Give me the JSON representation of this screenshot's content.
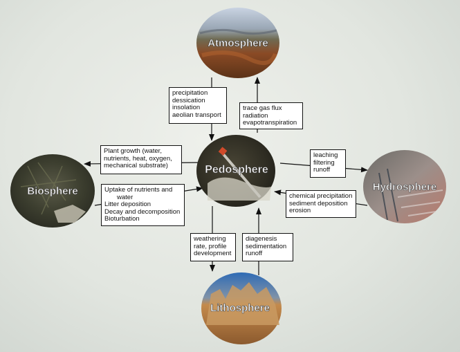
{
  "spheres": {
    "atmosphere": "Atmosphere",
    "biosphere": "Biosphere",
    "pedosphere": "Pedosphere",
    "hydrosphere": "Hydrosphere",
    "lithosphere": "Lithosphere"
  },
  "fluxes": {
    "atmosphere_to_pedosphere": [
      "precipitation",
      "dessication",
      "insolation",
      "aeolian transport"
    ],
    "pedosphere_to_atmosphere": [
      "trace gas flux",
      "radiation",
      "evapotranspiration"
    ],
    "pedosphere_to_biosphere": [
      "Plant growth (water,",
      "nutrients, heat, oxygen,",
      "mechanical substrate)"
    ],
    "biosphere_to_pedosphere": [
      "Uptake of nutrients and",
      "water",
      "Litter deposition",
      "Decay and decomposition",
      "Bioturbation"
    ],
    "pedosphere_to_hydrosphere": [
      "leaching",
      "filtering",
      "runoff"
    ],
    "hydrosphere_to_pedosphere": [
      "chemical precipitation",
      "sediment deposition",
      "erosion"
    ],
    "pedosphere_to_lithosphere": [
      "weathering",
      "rate, profile",
      "development"
    ],
    "lithosphere_to_pedosphere": [
      "diagenesis",
      "sedimentation",
      "runoff"
    ]
  }
}
